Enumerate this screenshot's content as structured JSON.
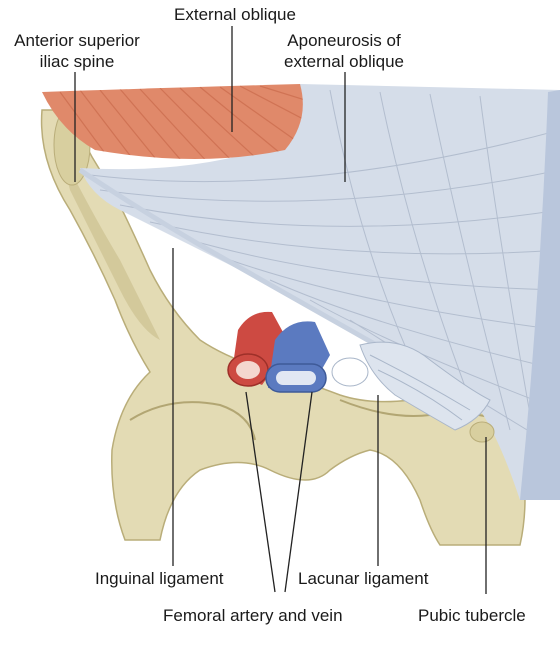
{
  "labels": {
    "external_oblique": "External oblique",
    "asis_line1": "Anterior superior",
    "asis_line2": "iliac spine",
    "apon_line1": "Aponeurosis of",
    "apon_line2": "external oblique",
    "inguinal_ligament": "Inguinal ligament",
    "lacunar_ligament": "Lacunar ligament",
    "femoral_vessels": "Femoral artery and vein",
    "pubic_tubercle": "Pubic tubercle"
  },
  "colors": {
    "muscle": "#e0896a",
    "muscle_dark": "#c96a4c",
    "aponeurosis": "#d5dde9",
    "aponeurosis_line": "#aab6c8",
    "bone": "#e3dbb4",
    "bone_shadow": "#c8bd8b",
    "artery": "#cd4a42",
    "vein": "#5b7ac0",
    "leader": "#222222"
  }
}
